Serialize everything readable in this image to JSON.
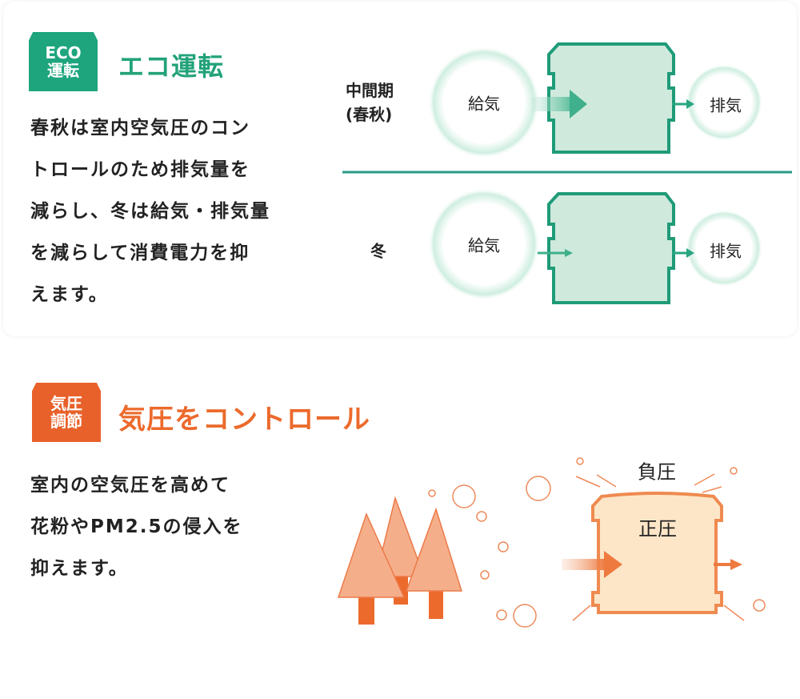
{
  "eco": {
    "badge_line1": "ECO",
    "badge_line2": "運転",
    "title": "エコ運転",
    "body_lines": [
      "春秋は室内空気圧のコン",
      "トロールのため排気量を",
      "減らし、冬は給気・排気量",
      "を減らして消費電力を抑",
      "えます。"
    ],
    "row1_label_line1": "中間期",
    "row1_label_line2": "(春秋)",
    "row2_label": "冬",
    "supply": "給気",
    "exhaust": "排気",
    "color": "#1ea57e"
  },
  "pressure": {
    "badge_line1": "気圧",
    "badge_line2": "調節",
    "title": "気圧をコントロール",
    "body_lines": [
      "室内の空気圧を高めて",
      "花粉やPM2.5の侵入を",
      "抑えます。"
    ],
    "negative": "負圧",
    "positive": "正圧",
    "color": "#e8612a"
  }
}
